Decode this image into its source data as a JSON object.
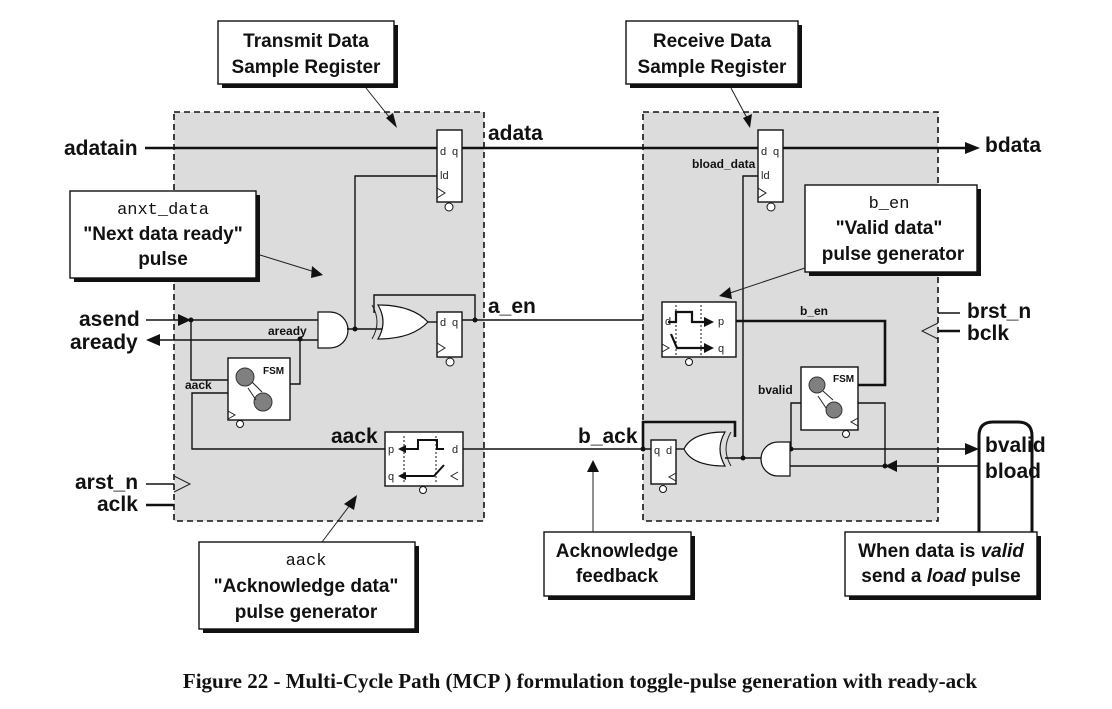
{
  "figure": {
    "caption": "Figure 22 - Multi-Cycle Path (MCP ) formulation toggle-pulse generation with ready-ack"
  },
  "callouts": {
    "transmit_register": {
      "line1": "Transmit Data",
      "line2": "Sample Register"
    },
    "receive_register": {
      "line1": "Receive Data",
      "line2": "Sample Register"
    },
    "next_data": {
      "code": "anxt_data",
      "line1": "\"Next data ready\"",
      "line2": "pulse"
    },
    "valid_data": {
      "code": "b_en",
      "line1": "\"Valid data\"",
      "line2": "pulse generator"
    },
    "ack_data": {
      "code": "aack",
      "line1": "\"Acknowledge data\"",
      "line2": "pulse generator"
    },
    "ack_feedback": {
      "line1": "Acknowledge",
      "line2": "feedback"
    },
    "load_pulse": {
      "l1a": "When data is ",
      "l1b": "valid",
      "l2a": "send a ",
      "l2b": "load",
      "l2c": " pulse"
    }
  },
  "signals": {
    "adatain": "adatain",
    "adata": "adata",
    "bdata": "bdata",
    "asend": "asend",
    "aready": "aready",
    "aready_internal": "aready",
    "a_en": "a_en",
    "aack_fsm": "aack",
    "aack": "aack",
    "arst_n": "arst_n",
    "aclk": "aclk",
    "bload_data": "bload_data",
    "b_en": "b_en",
    "b_ack": "b_ack",
    "bvalid_internal": "bvalid",
    "brst_n": "brst_n",
    "bclk": "bclk",
    "bvalid": "bvalid",
    "bload": "bload"
  },
  "blocks": {
    "fsm_label": "FSM",
    "pin_d": "d",
    "pin_q": "q",
    "pin_ld": "ld",
    "pin_p": "p"
  }
}
